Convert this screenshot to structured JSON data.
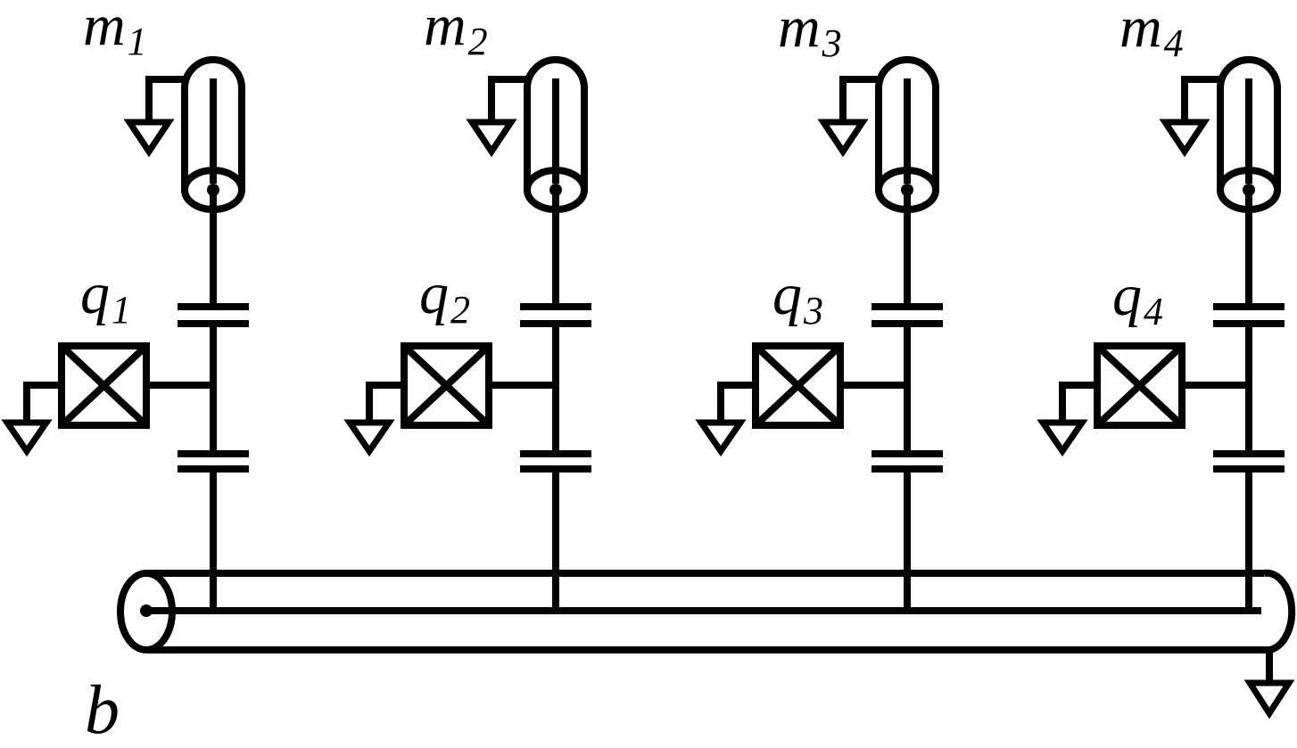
{
  "diagram": {
    "type": "superconducting-qubit-circuit-schematic",
    "background_color": "#ffffff",
    "ink_color": "#000000",
    "columns": [
      {
        "readout_label": "m",
        "readout_sub": "1",
        "qubit_label": "q",
        "qubit_sub": "1"
      },
      {
        "readout_label": "m",
        "readout_sub": "2",
        "qubit_label": "q",
        "qubit_sub": "2"
      },
      {
        "readout_label": "m",
        "readout_sub": "3",
        "qubit_label": "q",
        "qubit_sub": "3"
      },
      {
        "readout_label": "m",
        "readout_sub": "4",
        "qubit_label": "q",
        "qubit_sub": "4"
      }
    ],
    "bus_label": "b"
  }
}
